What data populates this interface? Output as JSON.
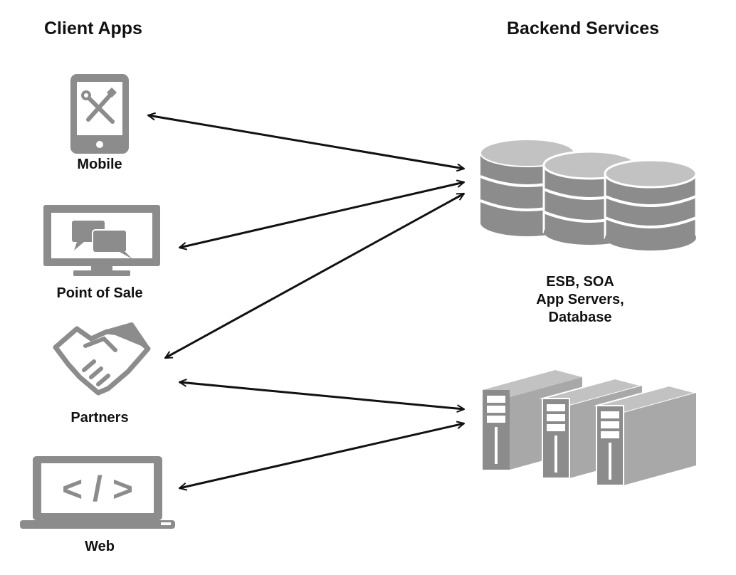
{
  "headings": {
    "client": "Client Apps",
    "backend": "Backend Services"
  },
  "clients": {
    "mobile": "Mobile",
    "pos": "Point of Sale",
    "partners": "Partners",
    "web": "Web"
  },
  "backend_note": [
    "ESB, SOA",
    "App Servers,",
    "Database"
  ],
  "icon_names": [
    "tablet-tools-icon",
    "monitor-chat-icon",
    "handshake-icon",
    "laptop-code-icon",
    "database-stack-icon",
    "server-rack-icon"
  ],
  "colors": {
    "icon": "#8c8c8c",
    "icon_light": "#c2c2c2",
    "line": "#111111"
  }
}
